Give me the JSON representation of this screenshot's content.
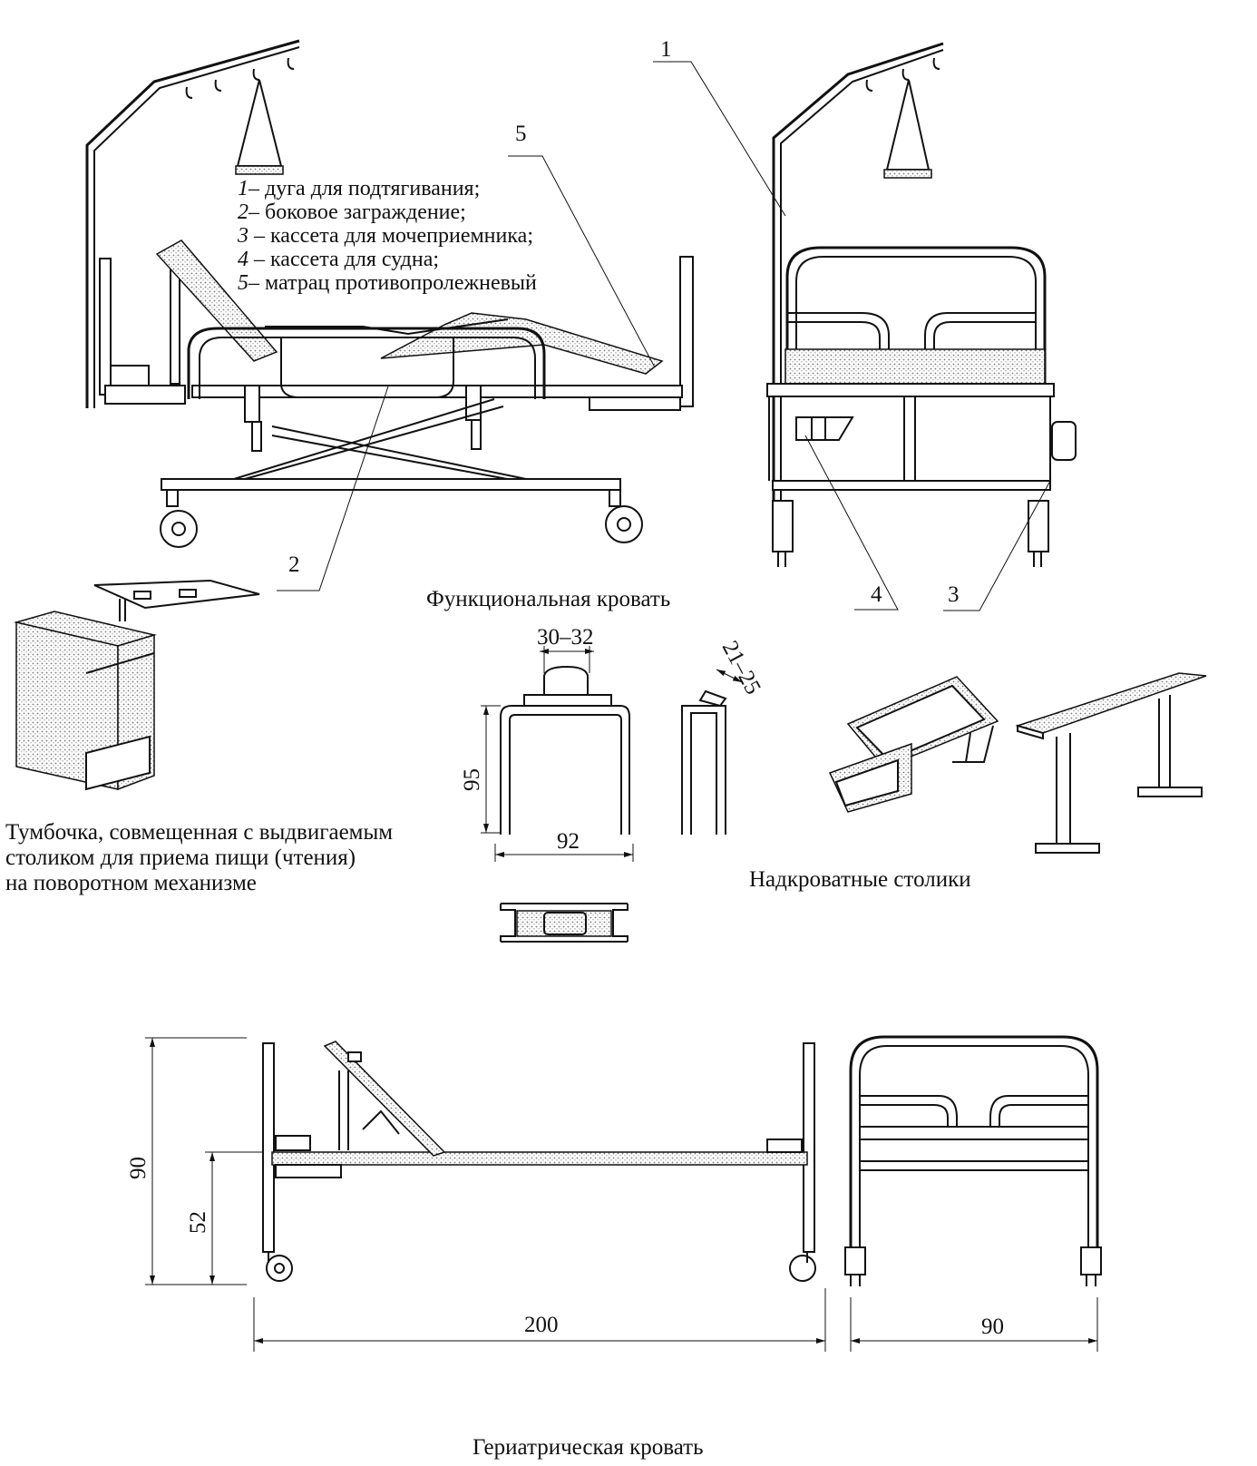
{
  "legend": {
    "items": [
      {
        "num": "1",
        "text": "– дуга для подтягивания;"
      },
      {
        "num": "2",
        "text": "–  боковое заграждение;"
      },
      {
        "num": "3",
        "text": " – кассета для мочеприемника;"
      },
      {
        "num": "4",
        "text": " – кассета для судна;"
      },
      {
        "num": "5",
        "text": "– матрац противопролежневый"
      }
    ]
  },
  "callouts": [
    "1",
    "2",
    "3",
    "4",
    "5"
  ],
  "captions": {
    "functional_bed": "Функциональная кровать",
    "nightstand_1": "Тумбочка, совмещенная с выдвигаемым",
    "nightstand_2": "столиком для приема пищи (чтения)",
    "nightstand_3": "на поворотном механизме",
    "bed_tables": "Надкроватные столики",
    "geriatric_bed": "Гериатрическая кровать"
  },
  "dimensions": {
    "table_top_width": "30–32",
    "table_tilt": "21–25",
    "table_height": "95",
    "table_width": "92",
    "bed_height": "90",
    "bed_surface_height": "52",
    "bed_length": "200",
    "bed_width": "90"
  },
  "colors": {
    "ink": "#111111",
    "paper": "#ffffff"
  }
}
